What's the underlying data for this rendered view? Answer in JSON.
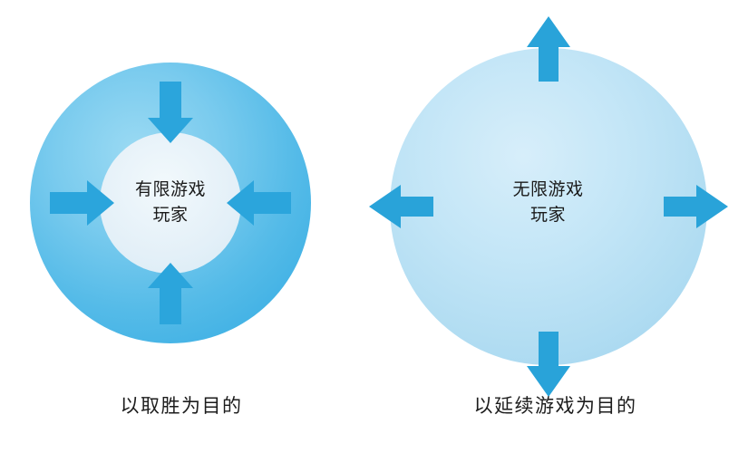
{
  "diagram": {
    "title_visible": false,
    "background_color": "#ffffff",
    "accent_arrow_color": "#29A3D9",
    "text_color": "#1a1a1a",
    "panels": [
      {
        "id": "finite",
        "circle_outer_color_edge": "#56BCE8",
        "circle_outer_color_center": "#8FD4F0",
        "circle_inner_color": "#E6F2F9",
        "label_lines": [
          "有限游戏",
          "玩家"
        ],
        "caption": "以取胜为目的",
        "arrow_direction": "inward",
        "arrows": [
          {
            "name": "arrow-down-into-center",
            "direction": "down"
          },
          {
            "name": "arrow-up-into-center",
            "direction": "up"
          },
          {
            "name": "arrow-right-into-center",
            "direction": "right"
          },
          {
            "name": "arrow-left-into-center",
            "direction": "left"
          }
        ]
      },
      {
        "id": "infinite",
        "circle_outer_color_edge": "#ABDCF2",
        "circle_outer_color_center": "#CDEAF8",
        "circle_inner_color": "none",
        "label_lines": [
          "无限游戏",
          "玩家"
        ],
        "caption": "以延续游戏为目的",
        "arrow_direction": "outward",
        "arrows": [
          {
            "name": "arrow-up-outward",
            "direction": "up"
          },
          {
            "name": "arrow-down-outward",
            "direction": "down"
          },
          {
            "name": "arrow-left-outward",
            "direction": "left"
          },
          {
            "name": "arrow-right-outward",
            "direction": "right"
          }
        ]
      }
    ]
  }
}
